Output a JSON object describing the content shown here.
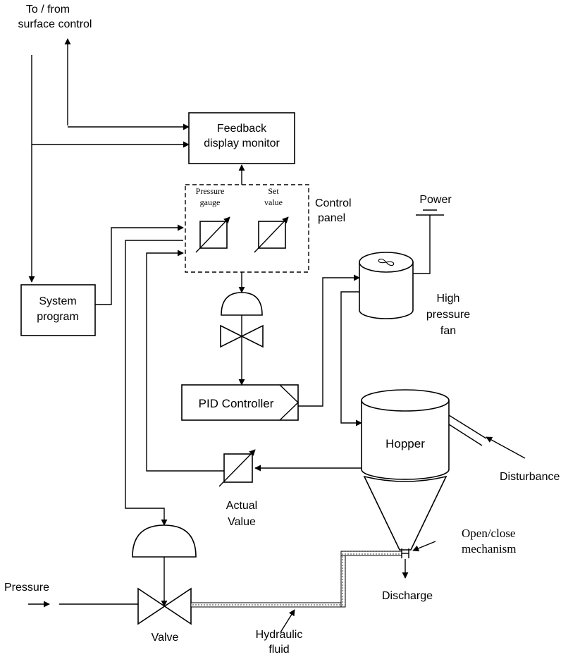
{
  "labels": {
    "to_from_1": "To / from",
    "to_from_2": "surface control",
    "feedback_1": "Feedback",
    "feedback_2": "display monitor",
    "pressure_gauge_1": "Pressure",
    "pressure_gauge_2": "gauge",
    "set_value_1": "Set",
    "set_value_2": "value",
    "control_panel_1": "Control",
    "control_panel_2": "panel",
    "power": "Power",
    "system_program_1": "System",
    "system_program_2": "program",
    "high_pressure_fan_1": "High",
    "high_pressure_fan_2": "pressure",
    "high_pressure_fan_3": "fan",
    "pid_controller": "PID Controller",
    "hopper": "Hopper",
    "disturbance": "Disturbance",
    "actual_value_1": "Actual",
    "actual_value_2": "Value",
    "open_close_1": "Open/close",
    "open_close_2": "mechanism",
    "discharge": "Discharge",
    "pressure": "Pressure",
    "valve": "Valve",
    "hydraulic_fluid_1": "Hydraulic",
    "hydraulic_fluid_2": "fluid"
  }
}
